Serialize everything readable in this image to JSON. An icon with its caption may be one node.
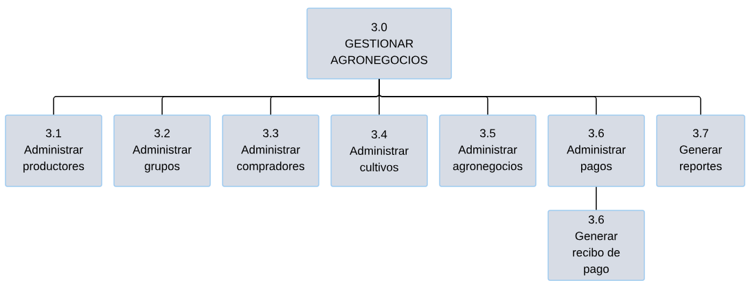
{
  "diagram": {
    "nodes": [
      {
        "text": [
          "3.0",
          "GESTIONAR AGRONEGOCIOS"
        ]
      },
      {
        "text": [
          "3.1",
          "Administrar productores"
        ]
      },
      {
        "text": [
          "3.2",
          "Administrar grupos"
        ]
      },
      {
        "text": [
          "3.3",
          "Administrar compradores"
        ]
      },
      {
        "text": [
          "3.4",
          "Administrar cultivos"
        ]
      },
      {
        "text": [
          "3.5",
          "Administrar agronegocios"
        ]
      },
      {
        "text": [
          "3.6",
          "Administrar pagos"
        ]
      },
      {
        "text": [
          "3.7",
          "Generar reportes"
        ]
      },
      {
        "text": [
          "3.6",
          "Generar recibo de pago"
        ]
      }
    ],
    "edges": [
      {
        "from": 0,
        "to": 1,
        "arrow": "none"
      },
      {
        "from": 0,
        "to": 2,
        "arrow": "none"
      },
      {
        "from": 0,
        "to": 3,
        "arrow": "none"
      },
      {
        "from": 0,
        "to": 4,
        "arrow": "none"
      },
      {
        "from": 0,
        "to": 5,
        "arrow": "none"
      },
      {
        "from": 0,
        "to": 6,
        "arrow": "none"
      },
      {
        "from": 0,
        "to": 7,
        "arrow": "none"
      },
      {
        "from": 6,
        "to": 8,
        "arrow": "none"
      }
    ]
  }
}
